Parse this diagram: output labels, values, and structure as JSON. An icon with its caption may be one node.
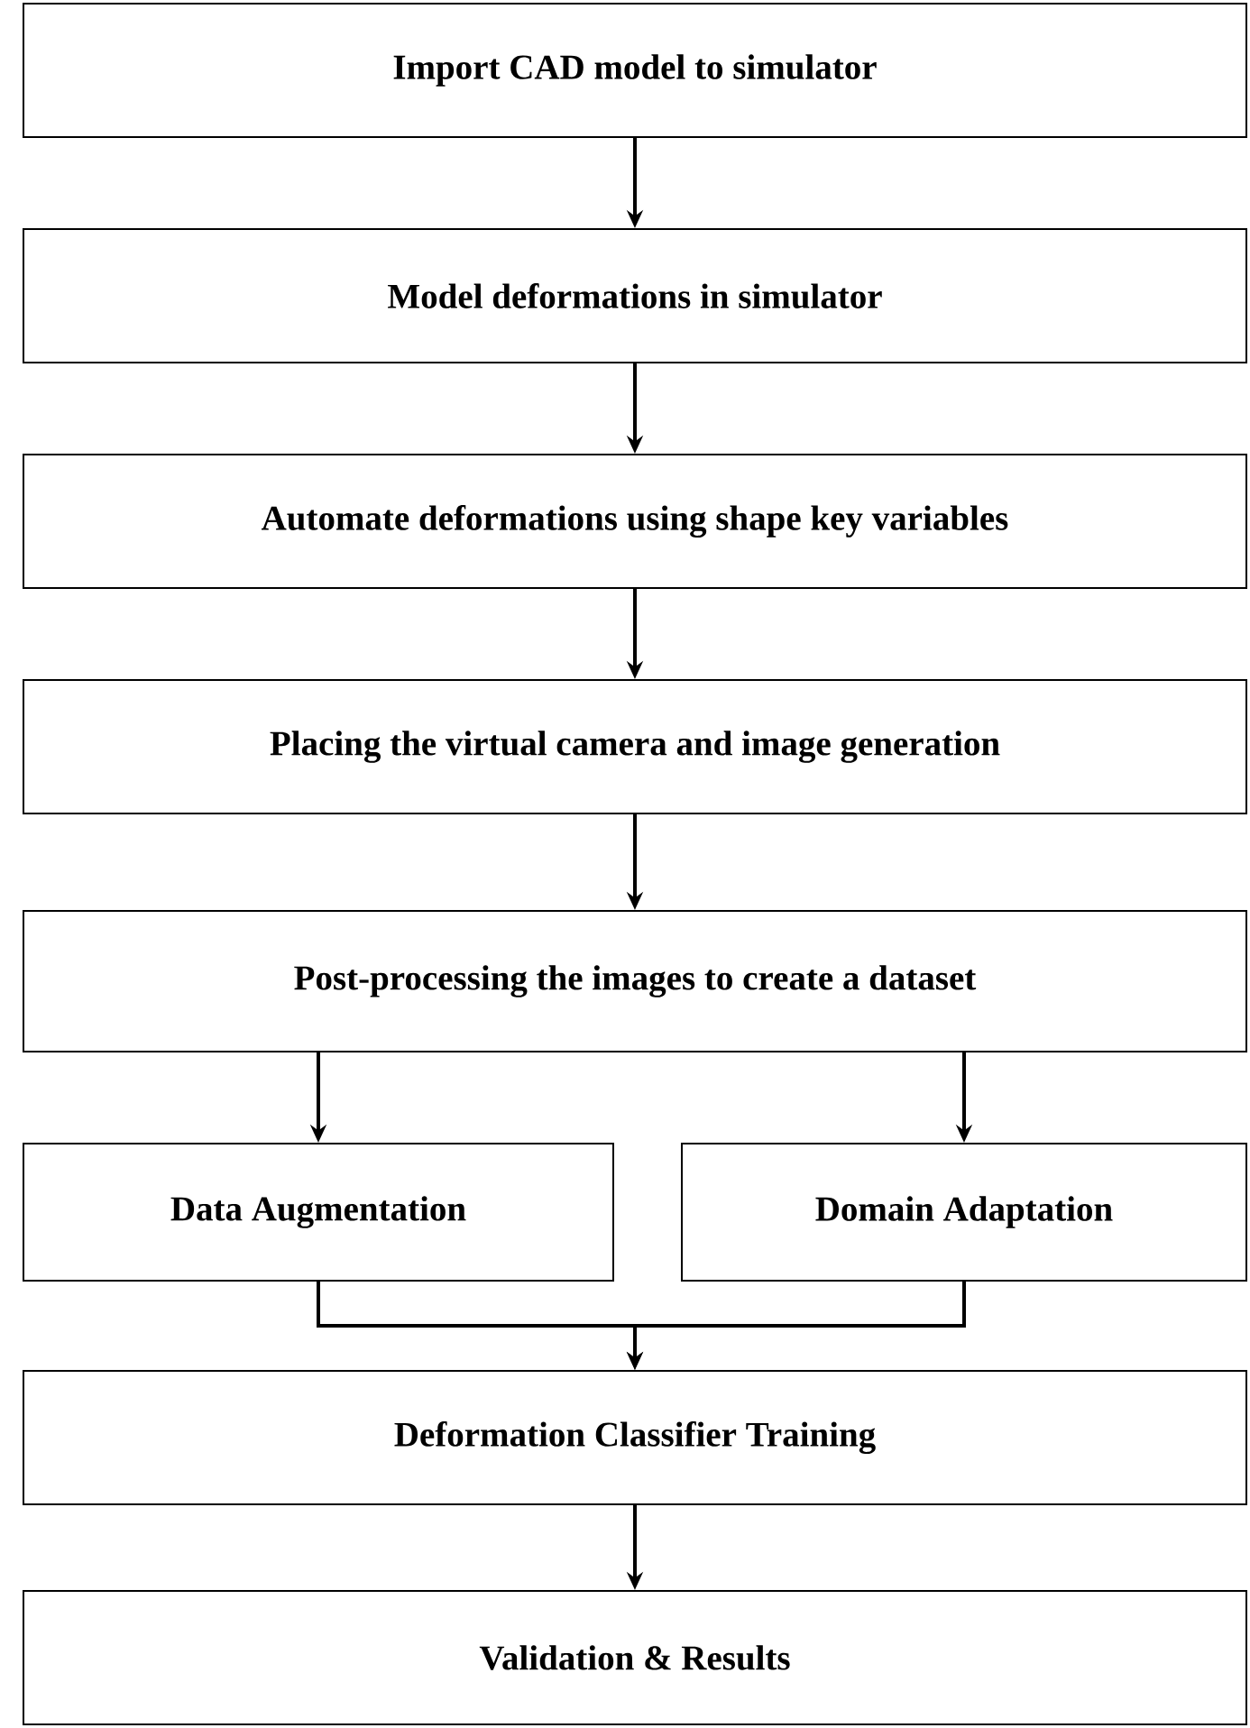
{
  "diagram": {
    "nodes": [
      {
        "text": [
          "Import CAD model to simulator"
        ]
      },
      {
        "text": [
          "Model deformations in simulator"
        ]
      },
      {
        "text": [
          "Automate deformations using shape key variables"
        ]
      },
      {
        "text": [
          "Placing the virtual camera and image generation"
        ]
      },
      {
        "text": [
          "Post-processing the images to create a dataset"
        ]
      },
      {
        "text": [
          "Data Augmentation"
        ]
      },
      {
        "text": [
          "Domain Adaptation"
        ]
      },
      {
        "text": [
          "Deformation Classifier Training"
        ]
      },
      {
        "text": [
          "Validation & Results"
        ]
      }
    ],
    "edges": [
      {
        "from": 0,
        "to": 1,
        "arrow": "to"
      },
      {
        "from": 1,
        "to": 2,
        "arrow": "to"
      },
      {
        "from": 2,
        "to": 3,
        "arrow": "to"
      },
      {
        "from": 3,
        "to": 4,
        "arrow": "to"
      },
      {
        "from": 4,
        "to": 5,
        "arrow": "to"
      },
      {
        "from": 4,
        "to": 6,
        "arrow": "to"
      },
      {
        "from": 5,
        "to": 7,
        "arrow": "to"
      },
      {
        "from": 6,
        "to": 7,
        "arrow": "to"
      },
      {
        "from": 7,
        "to": 8,
        "arrow": "to"
      }
    ]
  }
}
